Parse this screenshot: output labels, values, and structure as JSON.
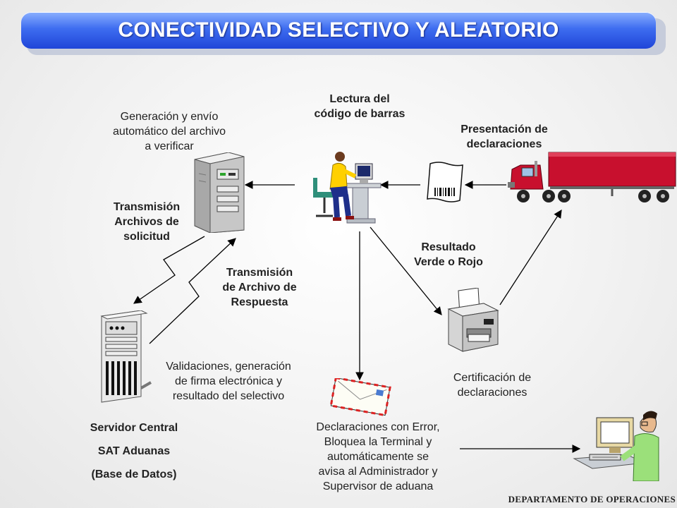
{
  "title": "CONECTIVIDAD SELECTIVO Y ALEATORIO",
  "labels": {
    "lectura": [
      "Lectura del",
      "código de barras"
    ],
    "generacion": [
      "Generación y envío",
      "automático del archivo",
      "a verificar"
    ],
    "presentacion": [
      "Presentación de",
      "declaraciones"
    ],
    "transmision_solicitud": [
      "Transmisión",
      "Archivos de",
      "solicitud"
    ],
    "transmision_respuesta": [
      "Transmisión",
      "de Archivo de",
      "Respuesta"
    ],
    "resultado": [
      "Resultado",
      "Verde o Rojo"
    ],
    "validaciones": [
      "Validaciones, generación",
      "de firma electrónica y",
      "resultado del selectivo"
    ],
    "certificacion": [
      "Certificación de",
      "declaraciones"
    ],
    "servidor": [
      "Servidor Central",
      "SAT Aduanas",
      "(Base de Datos)"
    ],
    "declaraciones_error": [
      "Declaraciones con Error,",
      "Bloquea la Terminal y",
      "automáticamente se",
      "avisa al Administrador y",
      "Supervisor de aduana"
    ]
  },
  "footer": "DEPARTAMENTO DE OPERACIONES",
  "colors": {
    "banner": "#2b55e0",
    "truck": "#c8102e",
    "monitor": "#1c2a6b",
    "operator_shirt": "#ffd000"
  },
  "icons": [
    "server-tower-icon",
    "operator-computer-icon",
    "barcode-document-icon",
    "truck-icon",
    "central-server-icon",
    "printer-icon",
    "envelope-icon",
    "supervisor-computer-icon"
  ]
}
